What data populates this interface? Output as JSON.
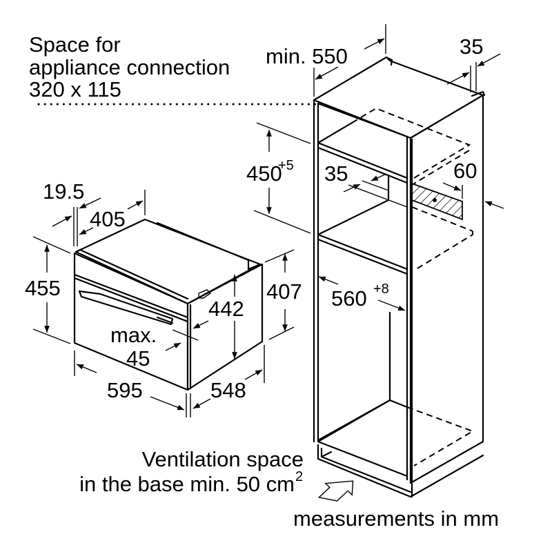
{
  "notes": {
    "connection_line1": "Space for",
    "connection_line2": "appliance connection",
    "connection_line3": "320 x 115",
    "ventilation_line1": "Ventilation space",
    "ventilation_line2": "in the base min. 50 cm",
    "ventilation_sup": "2",
    "units": "measurements in mm"
  },
  "appliance": {
    "dims": {
      "front_offset": "19.5",
      "top_depth": "405",
      "height_total": "455",
      "body_height": "442",
      "side_height": "407",
      "door_max_label": "max.",
      "door_max_value": "45",
      "width": "595",
      "depth": "548"
    }
  },
  "cabinet": {
    "dims": {
      "min_depth": "min. 550",
      "rear_gap": "35",
      "niche_height": "450",
      "niche_height_tol": "+5",
      "inner_gap": "35",
      "vent_depth": "60",
      "niche_width": "560",
      "niche_width_tol": "+8"
    }
  },
  "colors": {
    "ink": "#000000",
    "background": "#ffffff"
  }
}
